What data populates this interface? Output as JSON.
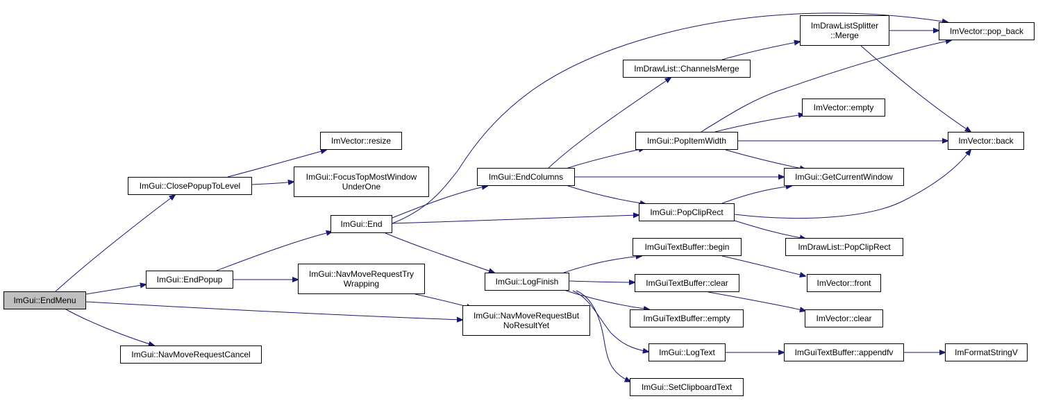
{
  "colors": {
    "edge": "#191970",
    "root_fill": "#bfbfbf",
    "node_fill": "#ffffff",
    "node_border": "#000000"
  },
  "nodes": {
    "endmenu": "ImGui::EndMenu",
    "closepopuptolevel": "ImGui::ClosePopupToLevel",
    "endpopup": "ImGui::EndPopup",
    "navmoverequestcancel": "ImGui::NavMoveRequestCancel",
    "navmoverequestbutnoresultyet": "ImGui::NavMoveRequestBut\nNoResultYet",
    "imvector_resize": "ImVector::resize",
    "focustopmostwindowunderone": "ImGui::FocusTopMostWindow\nUnderOne",
    "end": "ImGui::End",
    "navmoverequesttrywrapping": "ImGui::NavMoveRequestTry\nWrapping",
    "endcolumns": "ImGui::EndColumns",
    "logfinish": "ImGui::LogFinish",
    "channelsmerge": "ImDrawList::ChannelsMerge",
    "popitemwidth": "ImGui::PopItemWidth",
    "popcliprect": "ImGui::PopClipRect",
    "textbuffer_begin": "ImGuiTextBuffer::begin",
    "textbuffer_clear": "ImGuiTextBuffer::clear",
    "textbuffer_empty": "ImGuiTextBuffer::empty",
    "logtext": "ImGui::LogText",
    "setclipboardtext": "ImGui::SetClipboardText",
    "splitter_merge": "ImDrawListSplitter\n::Merge",
    "imvector_empty": "ImVector::empty",
    "getcurrentwindow": "ImGui::GetCurrentWindow",
    "drawlist_popcliprect": "ImDrawList::PopClipRect",
    "imvector_front": "ImVector::front",
    "imvector_clear": "ImVector::clear",
    "appendfv": "ImGuiTextBuffer::appendfv",
    "imvector_pop_back": "ImVector::pop_back",
    "imvector_back": "ImVector::back",
    "imformatstringv": "ImFormatStringV"
  }
}
